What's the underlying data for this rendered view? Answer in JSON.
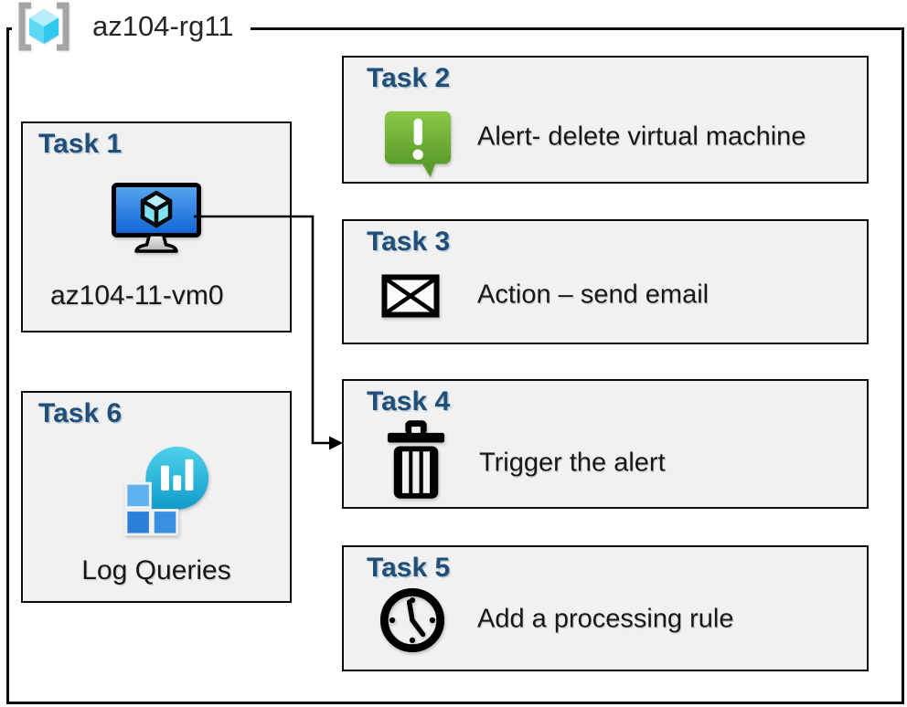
{
  "resource_group": {
    "label": "az104-rg11",
    "icon": "resource-group-icon"
  },
  "tasks": [
    {
      "id": "task1",
      "title": "Task 1",
      "label": "az104-11-vm0",
      "icon": "virtual-machine-icon"
    },
    {
      "id": "task2",
      "title": "Task 2",
      "label": "Alert- delete virtual machine",
      "icon": "alert-icon"
    },
    {
      "id": "task3",
      "title": "Task 3",
      "label": "Action – send email",
      "icon": "email-icon"
    },
    {
      "id": "task4",
      "title": "Task 4",
      "label": "Trigger the alert",
      "icon": "trash-icon"
    },
    {
      "id": "task5",
      "title": "Task 5",
      "label": "Add a processing rule",
      "icon": "clock-icon"
    },
    {
      "id": "task6",
      "title": "Task 6",
      "label": "Log Queries",
      "icon": "log-analytics-icon"
    }
  ],
  "connector": {
    "from": "Task 1",
    "to": "Task 4"
  },
  "colors": {
    "title_blue": "#1F4E79",
    "box_fill": "#F1F1F1",
    "border_black": "#0D0D0D",
    "body_text": "#171717",
    "alert_green_top": "#84C441",
    "alert_green_bottom": "#5C9C2A",
    "vm_screen_top": "#58A7F1",
    "vm_screen_bottom": "#0D63D4",
    "log_bubble_top": "#4ED2EA",
    "log_bubble_bottom": "#109ACA",
    "log_square_light": "#5FB0EE",
    "log_square_dark": "#2C7FD9",
    "rg_cube_top": "#B5EDFA",
    "rg_cube_left": "#5ED9F4",
    "rg_cube_right": "#30C9EE",
    "rg_bracket_gray": "#A5A5A5"
  }
}
